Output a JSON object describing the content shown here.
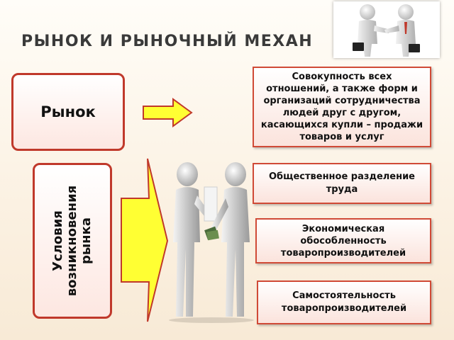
{
  "title": "РЫНОК  И  РЫНОЧНЫЙ  МЕХАН",
  "market": {
    "label": "Рынок"
  },
  "definition": "Совокупность всех отношений, а также форм и организаций сотрудничества людей друг с другом, касающихся купли – продажи товаров и услуг",
  "conditions": {
    "label": "Условия возникновения рынка",
    "items": [
      "Общественное разделение труда",
      "Экономическая обособленность товаропроизводителей",
      "Самостоятельность товаропроизводителей"
    ]
  },
  "colors": {
    "arrow_fill": "#ffff33",
    "box_border": "#c0392b"
  }
}
